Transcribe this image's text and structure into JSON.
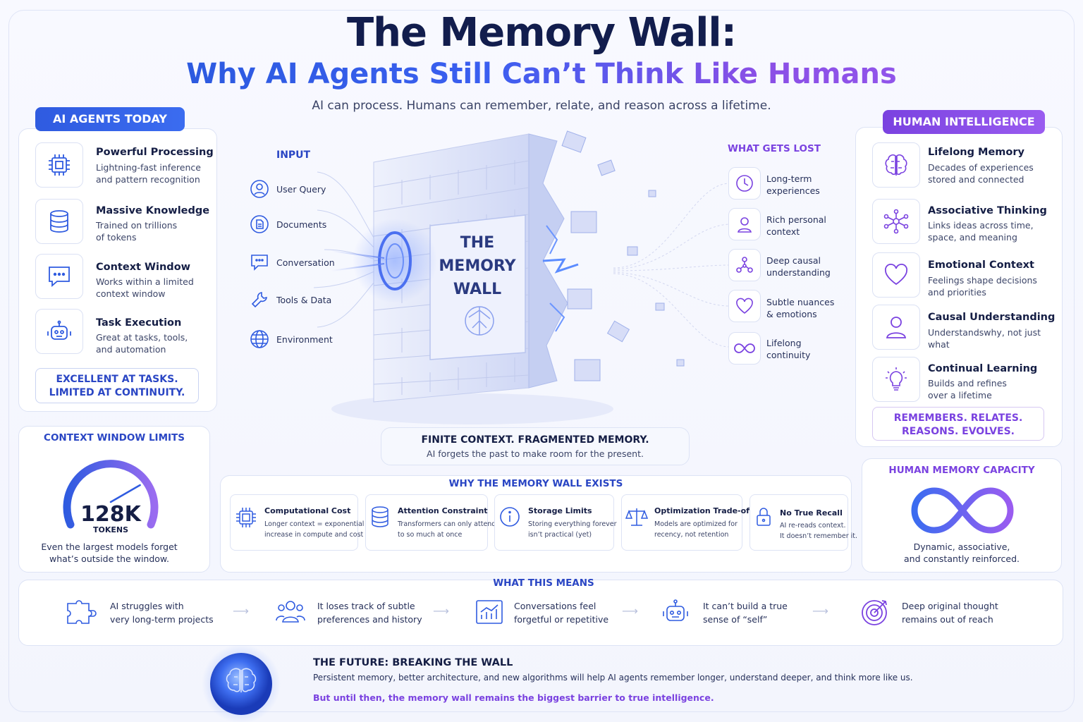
{
  "title": "The Memory Wall:",
  "subtitle_main": "Why AI Agents Still Can’t Think Like Humans",
  "tagline": "AI can process. Humans can remember, relate, and reason across a lifetime.",
  "ai_panel": {
    "header": "AI AGENTS TODAY",
    "items": [
      {
        "icon": "cpu-chip-icon",
        "title": "Powerful Processing",
        "desc": [
          "Lightning-fast inference",
          "and pattern recognition"
        ]
      },
      {
        "icon": "database-icon",
        "title": "Massive Knowledge",
        "desc": [
          "Trained on trillions",
          "of tokens"
        ]
      },
      {
        "icon": "chat-bubble-icon",
        "title": "Context Window",
        "desc": [
          "Works within a limited",
          "context window"
        ]
      },
      {
        "icon": "robot-icon",
        "title": "Task Execution",
        "desc": [
          "Great at tasks, tools,",
          "and automation"
        ]
      }
    ],
    "callout": [
      "EXCELLENT AT TASKS.",
      "LIMITED AT CONTINUITY."
    ]
  },
  "human_panel": {
    "header": "HUMAN INTELLIGENCE",
    "items": [
      {
        "icon": "brain-icon",
        "title": "Lifelong Memory",
        "desc": [
          "Decades of experiences",
          "stored and connected"
        ]
      },
      {
        "icon": "network-icon",
        "title": "Associative Thinking",
        "desc": [
          "Links ideas across time,",
          "space, and meaning"
        ]
      },
      {
        "icon": "heart-icon",
        "title": "Emotional Context",
        "desc": [
          "Feelings shape decisions",
          "and priorities"
        ]
      },
      {
        "icon": "person-icon",
        "title": "Causal Understanding",
        "desc": [
          "Understandswhy, not just",
          "what"
        ]
      },
      {
        "icon": "lightbulb-icon",
        "title": "Continual Learning",
        "desc": [
          "Builds and refines",
          "over a lifetime"
        ]
      }
    ],
    "callout": [
      "REMEMBERS. RELATES.",
      "REASONS. EVOLVES."
    ]
  },
  "input": {
    "header": "INPUT",
    "items": [
      "User Query",
      "Documents",
      "Conversation",
      "Tools & Data",
      "Environment"
    ]
  },
  "wall": {
    "sign": [
      "THE",
      "MEMORY",
      "WALL"
    ],
    "caption_title": "FINITE CONTEXT. FRAGMENTED MEMORY.",
    "caption_desc": "AI forgets the past to make room for the present."
  },
  "lost": {
    "header": "WHAT GETS LOST",
    "items": [
      [
        "Long-term",
        "experiences"
      ],
      [
        "Rich personal",
        "context"
      ],
      [
        "Deep causal",
        "understanding"
      ],
      [
        "Subtle nuances",
        "& emotions"
      ],
      [
        "Lifelong",
        "continuity"
      ]
    ]
  },
  "context_limits": {
    "header": "CONTEXT WINDOW LIMITS",
    "value": "128K",
    "unit": "TOKENS",
    "gauge_fraction": 0.75,
    "desc": [
      "Even the largest models forget",
      "what’s outside the window."
    ]
  },
  "why": {
    "header": "WHY THE MEMORY WALL EXISTS",
    "items": [
      {
        "icon": "chip-icon",
        "title": "Computational Cost",
        "desc": [
          "Longer context = exponential",
          "increase in compute and cost"
        ]
      },
      {
        "icon": "stack-icon",
        "title": "Attention Constraint",
        "desc": [
          "Transformers can only attend",
          "to so much at once"
        ]
      },
      {
        "icon": "info-icon",
        "title": "Storage Limits",
        "desc": [
          "Storing everything forever",
          "isn’t practical (yet)"
        ]
      },
      {
        "icon": "scale-icon",
        "title": "Optimization Trade-offs",
        "desc": [
          "Models are optimized for",
          "recency, not retention"
        ]
      },
      {
        "icon": "lock-icon",
        "title": "No True Recall",
        "desc": [
          "AI re-reads context.",
          "It doesn’t remember it."
        ]
      }
    ]
  },
  "human_capacity": {
    "header": "HUMAN MEMORY CAPACITY",
    "desc": [
      "Dynamic, associative,",
      "and constantly reinforced."
    ]
  },
  "means": {
    "header": "WHAT THIS MEANS",
    "items": [
      {
        "icon": "puzzle-icon",
        "text": [
          "AI struggles with",
          "very long-term projects"
        ]
      },
      {
        "icon": "users-icon",
        "text": [
          "It loses track of subtle",
          "preferences and history"
        ]
      },
      {
        "icon": "chart-icon",
        "text": [
          "Conversations feel",
          "forgetful or repetitive"
        ]
      },
      {
        "icon": "robot-icon",
        "text": [
          "It can’t build a true",
          "sense of “self”"
        ]
      },
      {
        "icon": "target-icon",
        "text": [
          "Deep original thought",
          "remains out of reach"
        ]
      }
    ]
  },
  "future": {
    "title": "THE FUTURE: BREAKING THE WALL",
    "desc": "Persistent memory, better architecture, and new algorithms will help AI agents remember longer, understand deeper, and think more like us.",
    "note": "But until then, the memory wall remains the biggest barrier to true intelligence."
  },
  "colors": {
    "blue": "#2f5be0",
    "purple": "#8a4fe6",
    "navy": "#121d4d"
  }
}
